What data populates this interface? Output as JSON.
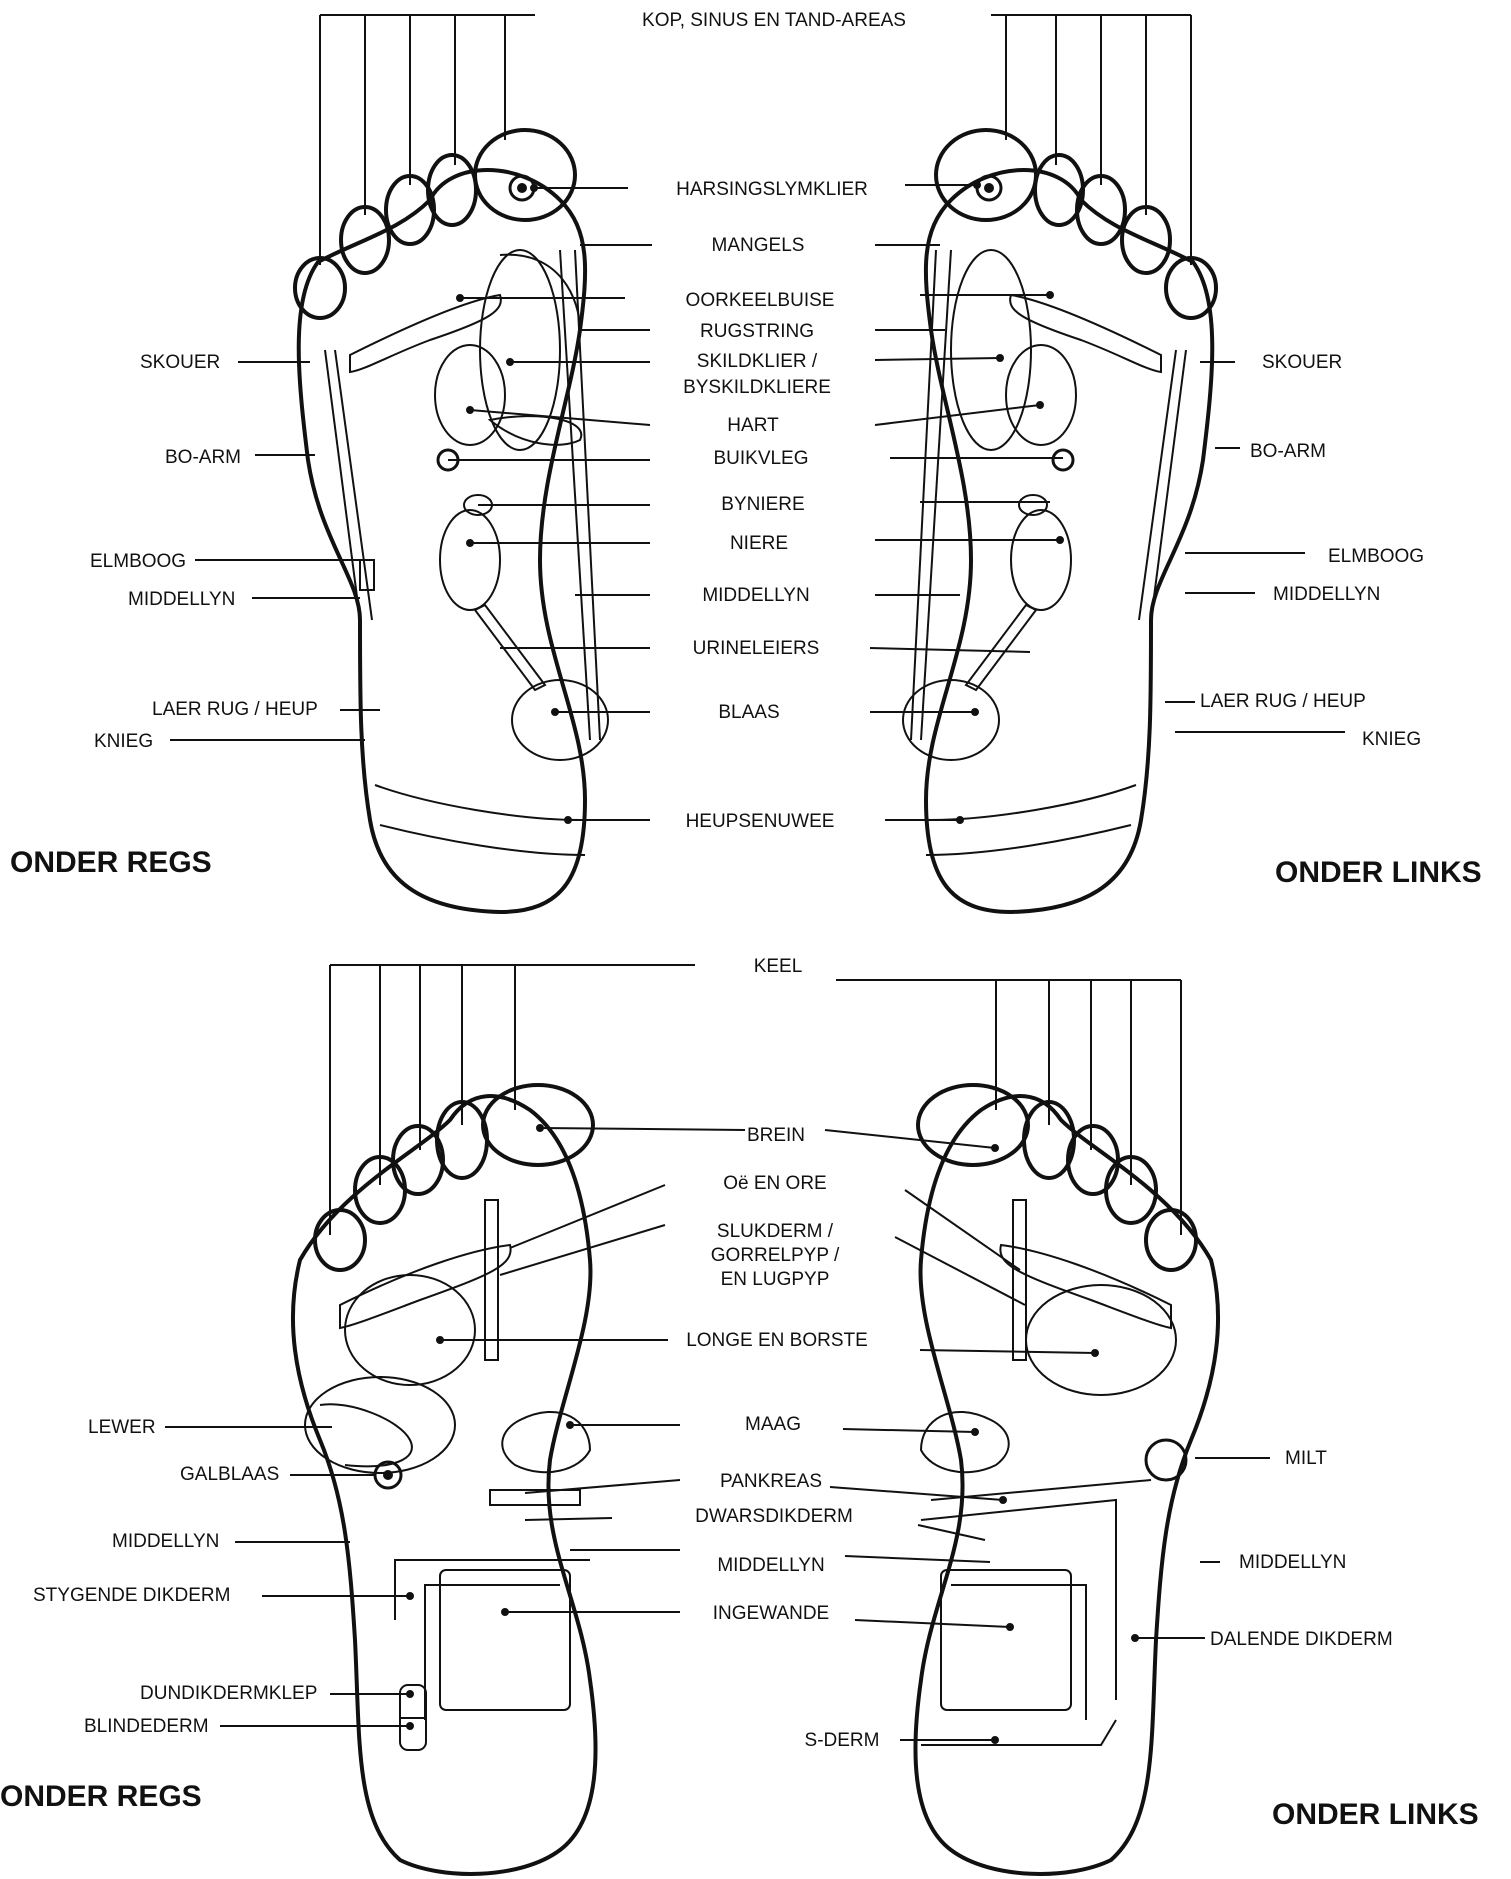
{
  "top": {
    "header": "KOP, SINUS EN TAND-AREAS",
    "center_labels": [
      "HARSINGSLYMKLIER",
      "MANGELS",
      "OORKEELBUISE",
      "RUGSTRING",
      "SKILDKLIER /",
      "BYSKILDKLIERE",
      "HART",
      "BUIKVLEG",
      "BYNIERE",
      "NIERE",
      "MIDDELLYN",
      "URINELEIERS",
      "BLAAS",
      "HEUPSENUWEE"
    ],
    "left_labels": [
      "SKOUER",
      "BO-ARM",
      "ELMBOOG",
      "MIDDELLYN",
      "LAER RUG / HEUP",
      "KNIEG"
    ],
    "right_labels": [
      "SKOUER",
      "BO-ARM",
      "ELMBOOG",
      "MIDDELLYN",
      "LAER RUG / HEUP",
      "KNIEG"
    ],
    "title_left": "ONDER REGS",
    "title_right": "ONDER LINKS"
  },
  "bottom": {
    "header": "KEEL",
    "center_labels": [
      "BREIN",
      "Oë EN ORE",
      "SLUKDERM /",
      "GORRELPYP /",
      "EN LUGPYP",
      "LONGE EN BORSTE",
      "MAAG",
      "PANKREAS",
      "DWARSDIKDERM",
      "MIDDELLYN",
      "INGEWANDE",
      "S-DERM"
    ],
    "left_labels": [
      "LEWER",
      "GALBLAAS",
      "MIDDELLYN",
      "STYGENDE DIKDERM",
      "DUNDIKDERMKLEP",
      "BLINDEDERM"
    ],
    "right_labels": [
      "MILT",
      "MIDDELLYN",
      "DALENDE DIKDERM"
    ],
    "title_left": "ONDER REGS",
    "title_right": "ONDER LINKS"
  },
  "colors": {
    "ink": "#111111",
    "paper": "#ffffff"
  }
}
